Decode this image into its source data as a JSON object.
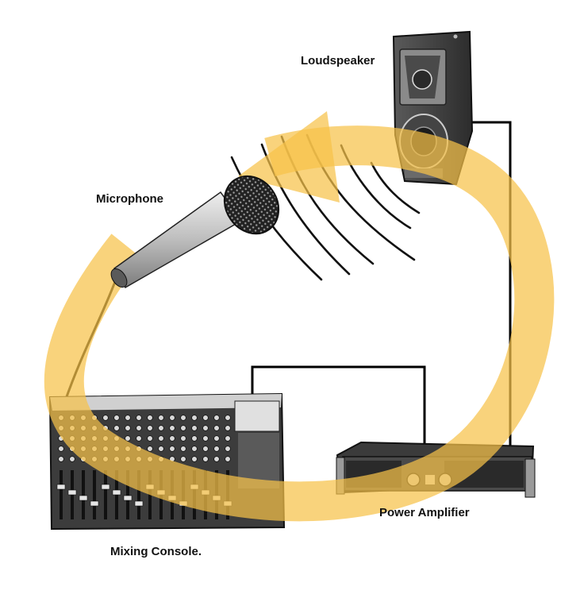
{
  "diagram": {
    "labels": {
      "loudspeaker": "Loudspeaker",
      "microphone": "Microphone",
      "power_amplifier": "Power Amplifier",
      "mixing_console": "Mixing Console."
    },
    "colors": {
      "feedback_arrow": "#f6c24a",
      "cable": "#000000",
      "device_body": "#3a3a3a",
      "microphone_body": "#c9c9c9"
    },
    "icons": {
      "loudspeaker": "loudspeaker-icon",
      "microphone": "microphone-icon",
      "power_amplifier": "power-amplifier-icon",
      "mixing_console": "mixing-console-icon",
      "sound_waves": "sound-waves-icon",
      "feedback_loop": "circular-arrow-icon"
    }
  }
}
